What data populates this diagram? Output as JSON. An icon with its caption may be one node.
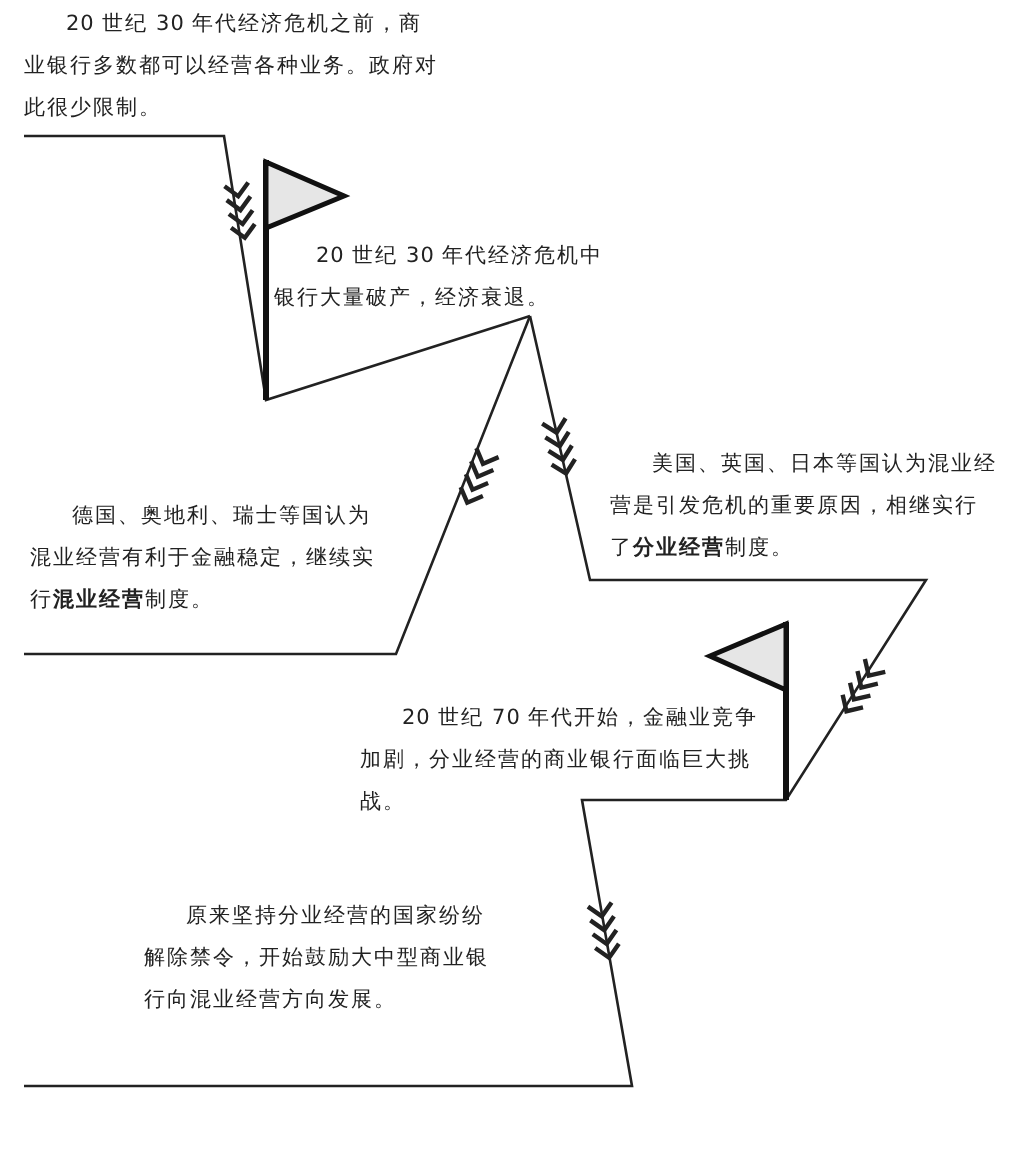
{
  "diagram": {
    "labels": [
      "20 世纪 30 年代经济危机之前，商业银行多数都可以经营各种业务。政府对此很少限制。",
      "20 世纪 30 年代经济危机中银行大量破产，经济衰退。",
      "美国、英国、日本等国认为混业经营是引发危机的重要原因，相继实行了**分业经营**制度。",
      "德国、奥地利、瑞士等国认为混业经营有利于金融稳定，继续实行**混业经营**制度。",
      "20 世纪 70 年代开始，金融业竞争加剧，分业经营的商业银行面临巨大挑战。",
      "原来坚持分业经营的国家纷纷解除禁令，开始鼓励大中型商业银行向混业经营方向发展。"
    ]
  }
}
